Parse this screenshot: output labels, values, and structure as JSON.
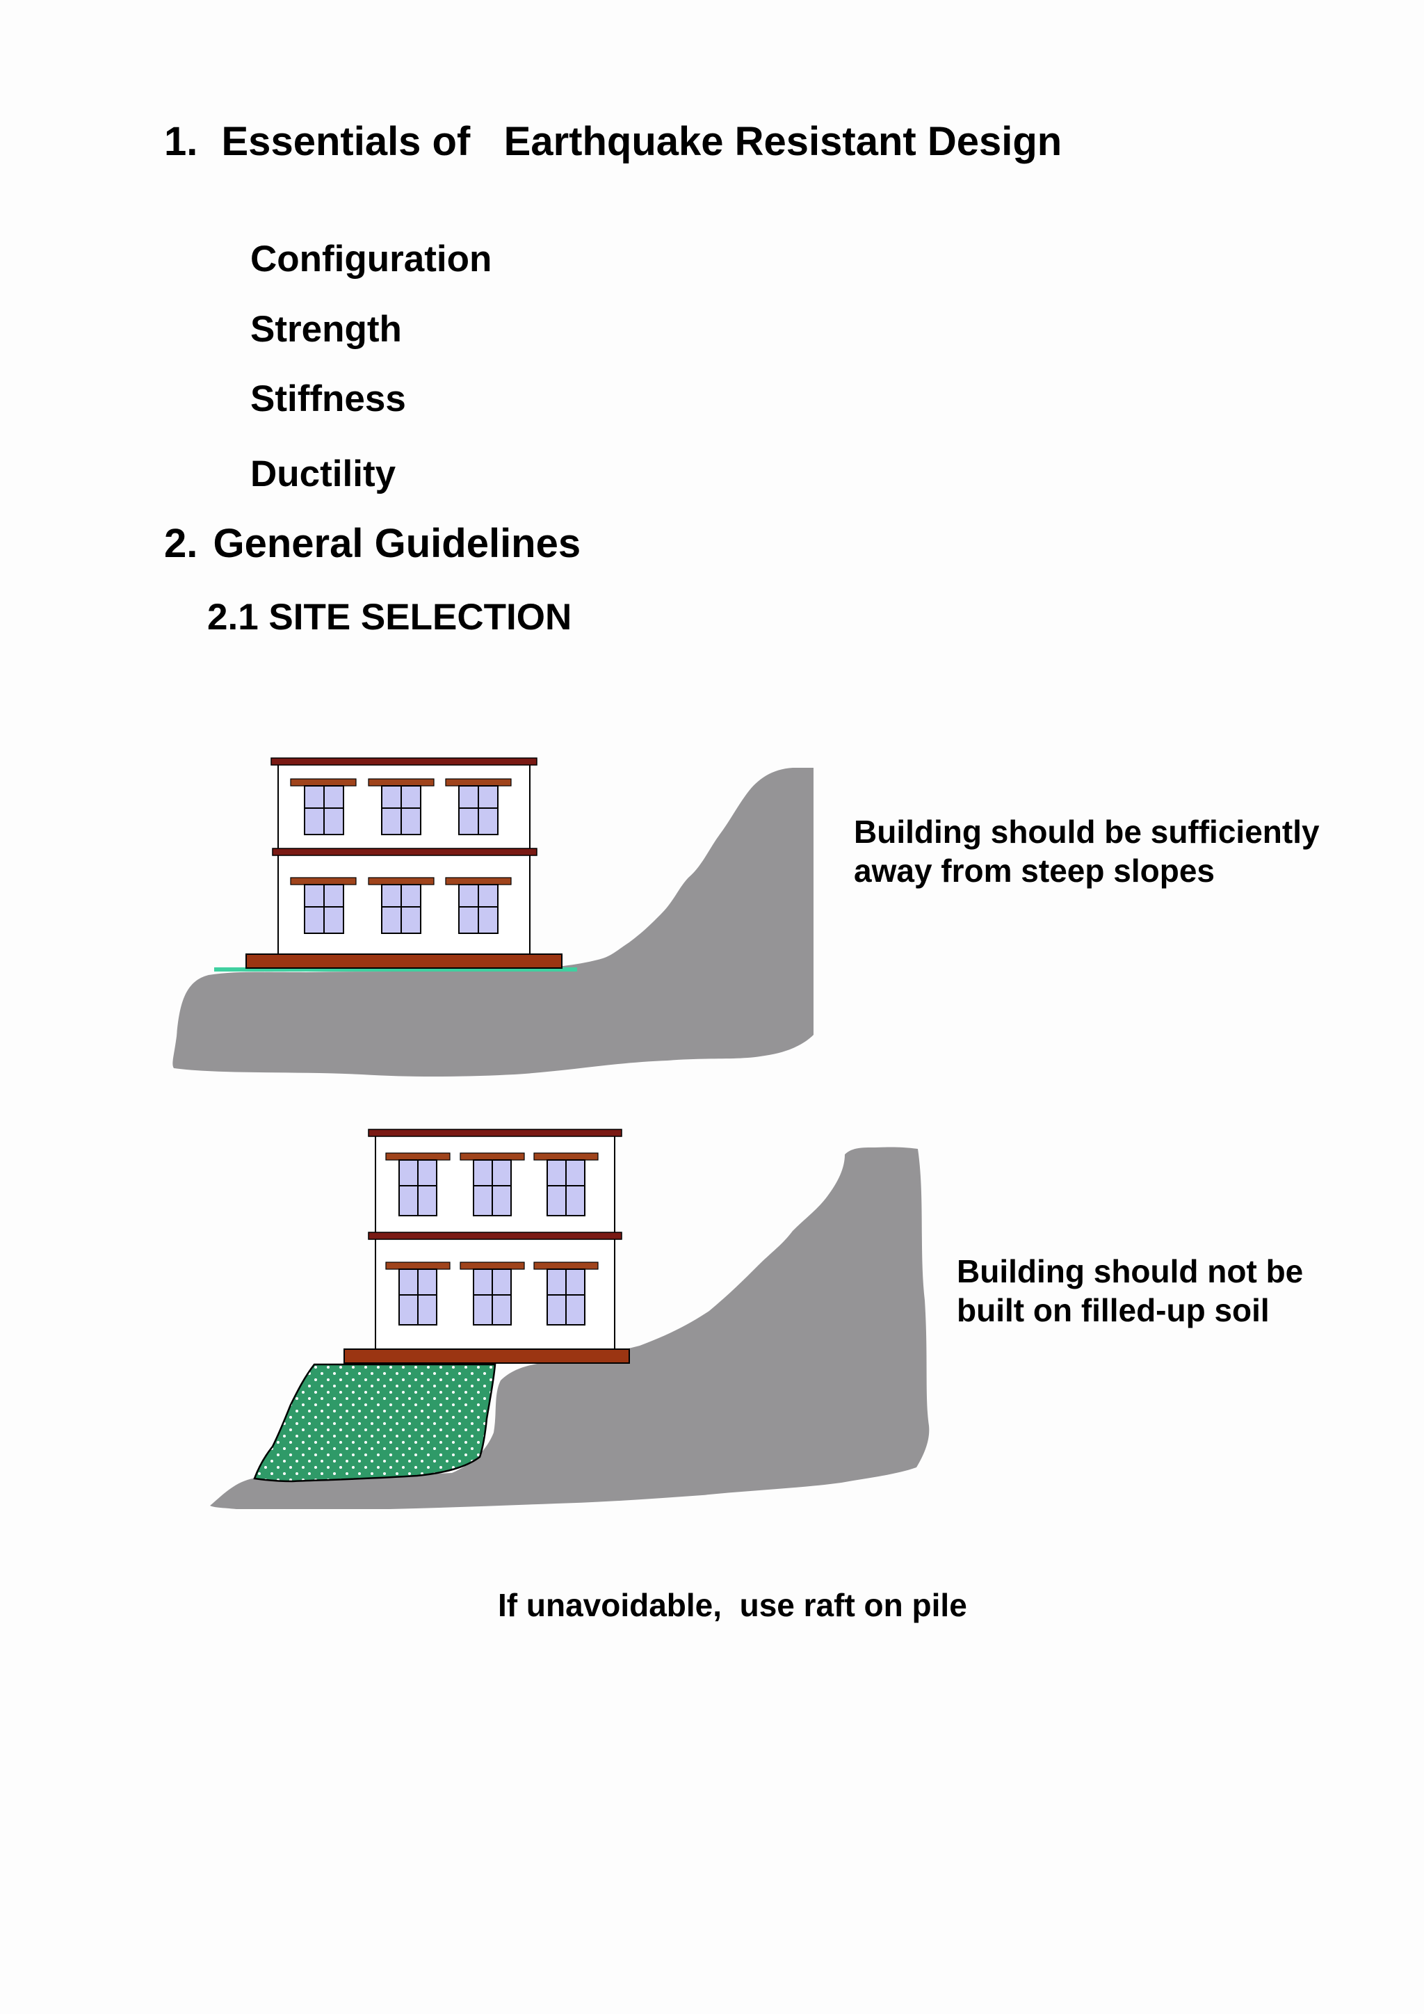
{
  "heading1": {
    "number": "1.",
    "title": "Essentials of   Earthquake Resistant Design"
  },
  "essentials": [
    "Configuration",
    "Strength",
    "Stiffness",
    "Ductility"
  ],
  "heading2": {
    "number": "2.",
    "title": "General Guidelines"
  },
  "subheading": "2.1 SITE SELECTION",
  "figure1": {
    "caption_lines": [
      "Building should be sufficiently",
      "away from steep slopes"
    ]
  },
  "figure2": {
    "caption_lines": [
      "Building should not be",
      "built on filled-up soil"
    ]
  },
  "footer_note": "If unavoidable,  use raft on pile",
  "colors": {
    "rock": "#959496",
    "fill_soil": "#2f9a68",
    "foundation": "#9b3512",
    "roof": "#7a1a14",
    "lintel": "#a0441c",
    "window": "#c8c8f4",
    "grass": "#3fd0a0"
  }
}
